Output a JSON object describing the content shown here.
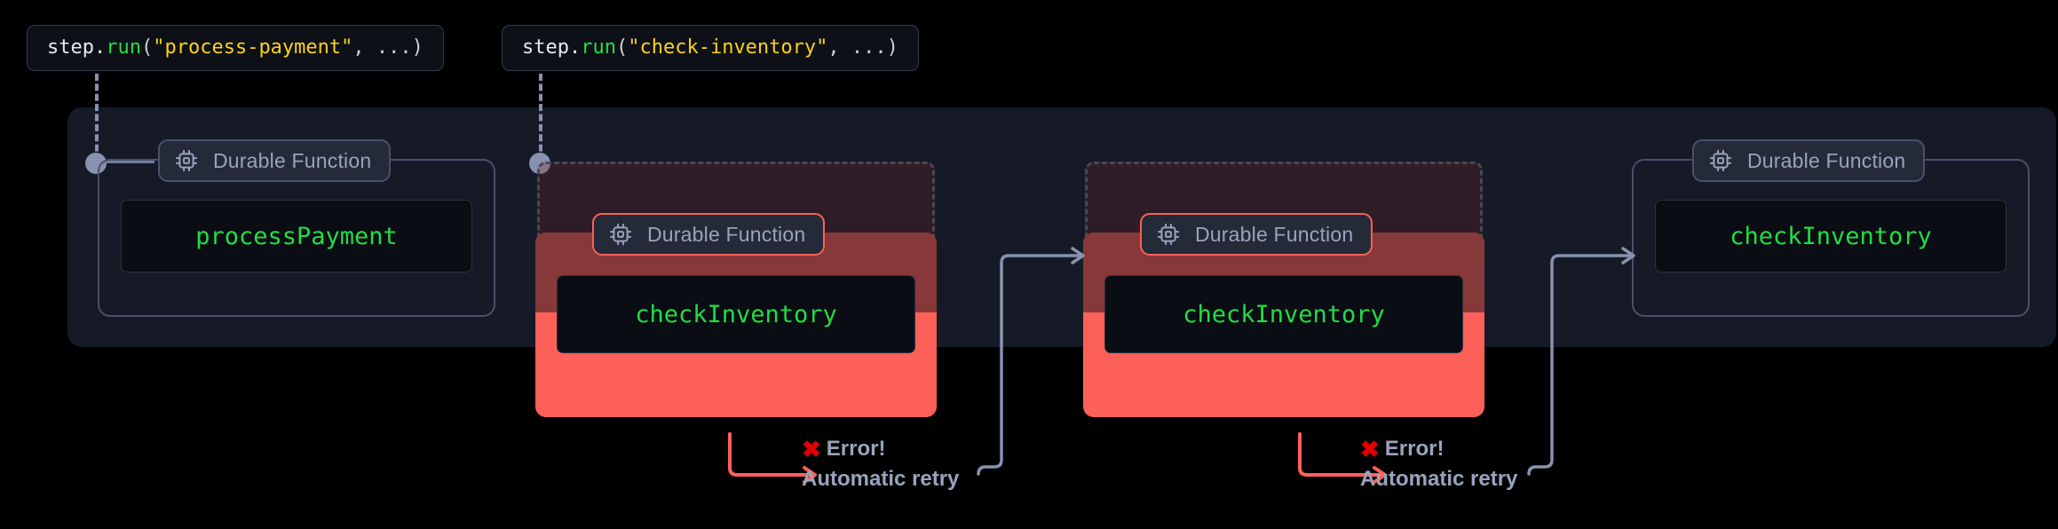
{
  "diagram": {
    "title": "Durable Function retry flow",
    "colors": {
      "background": "#000000",
      "panel": "#151a26",
      "node_border": "#49506b",
      "badge_bg": "#242a38",
      "badge_text": "#9aa3bd",
      "code_green": "#22dd44",
      "code_string": "#ffd11a",
      "error_red": "#fc6058",
      "x_mark_red": "#e00000",
      "connector_gray": "#8891ad",
      "failed_tint": "#5a2c2c"
    },
    "badge_label": "Durable Function",
    "chip_icon": "cpu-chip-icon"
  },
  "callouts": [
    {
      "id": "callout-process-payment",
      "prefix": "step.",
      "fn": "run",
      "open": "(",
      "string": "\"process-payment\"",
      "rest": ", ...)"
    },
    {
      "id": "callout-check-inventory",
      "prefix": "step.",
      "fn": "run",
      "open": "(",
      "string": "\"check-inventory\"",
      "rest": ", ...)"
    }
  ],
  "nodes": [
    {
      "id": "node-process-payment",
      "state": "success",
      "badge": "Durable Function",
      "function_name": "processPayment"
    },
    {
      "id": "node-check-inventory-attempt-1",
      "state": "failed",
      "badge": "Durable Function",
      "function_name": "checkInventory"
    },
    {
      "id": "node-check-inventory-attempt-2",
      "state": "failed",
      "badge": "Durable Function",
      "function_name": "checkInventory"
    },
    {
      "id": "node-check-inventory-success",
      "state": "success",
      "badge": "Durable Function",
      "function_name": "checkInventory"
    }
  ],
  "errors": [
    {
      "id": "error-annotation-1",
      "mark": "✖",
      "title": "Error!",
      "subtitle": "Automatic retry"
    },
    {
      "id": "error-annotation-2",
      "mark": "✖",
      "title": "Error!",
      "subtitle": "Automatic retry"
    }
  ]
}
